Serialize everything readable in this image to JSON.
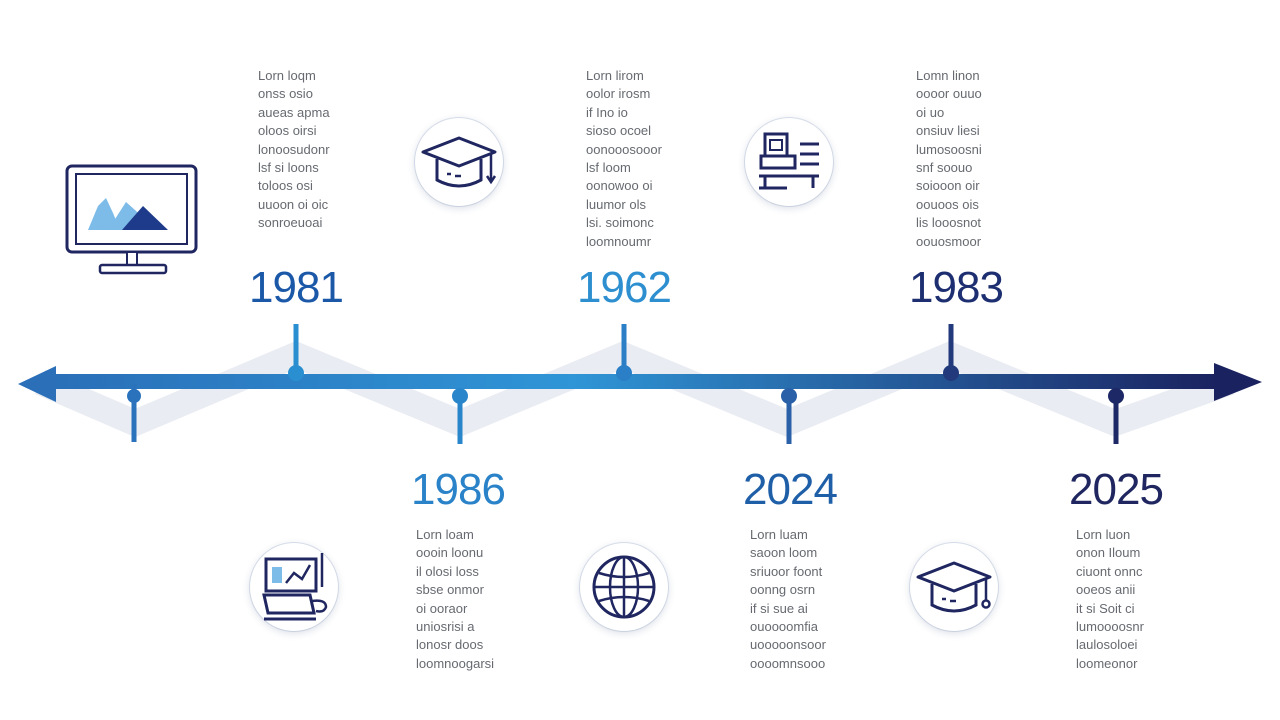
{
  "colors": {
    "axis_left": "#2a7ec6",
    "axis_mid": "#2f8fd2",
    "axis_right": "#1b2a6b",
    "ribbon": "#e8ebf1",
    "light_blue": "#6fb3e6",
    "navy": "#1f2660"
  },
  "timeline": {
    "start_icon": "monitor-chart-icon",
    "events": [
      {
        "year": "1981",
        "position": "above",
        "color": "#1b58a8",
        "icon": "",
        "text": [
          "Lorn loqm",
          "onss osio",
          "aueas apma",
          "oloos oirsi",
          "lonoosudonr",
          "lsf si loons",
          "toloos osi",
          "uuoon oi oic",
          "sonroeuoai"
        ]
      },
      {
        "year": "1986",
        "position": "below",
        "color": "#2a82c8",
        "icon": "laptop-chart-icon",
        "text": [
          "Lorn loam",
          "oooin loonu",
          "il olosi loss",
          "sbse onmor",
          "oi ooraor",
          "uniosrisi a",
          "lonosr doos",
          "loomnoogarsi"
        ]
      },
      {
        "year": "1962",
        "position": "above",
        "color": "#2e8fd0",
        "icon": "graduation-cap-icon",
        "text": [
          "Lorn lirom",
          "oolor irosm",
          "if Ino io",
          "sioso ocoel",
          "oonooosooor",
          "lsf loom",
          "oonowoo oi",
          "luumor ols",
          "lsi. soimonc",
          "loomnoumr"
        ]
      },
      {
        "year": "2024",
        "position": "below",
        "color": "#1f5fa8",
        "icon": "globe-icon",
        "text": [
          "Lorn luam",
          "saoon loom",
          "sriuoor foont",
          "oonng osrn",
          "if si sue ai",
          "ouoooomfia",
          "uooooonsoor",
          "oooomnsooo"
        ]
      },
      {
        "year": "1983",
        "position": "above",
        "color": "#1d2f70",
        "icon": "desk-workstation-icon",
        "text": [
          "Lomn linon",
          "oooor ouuo",
          "oi uo",
          "onsiuv liesi",
          "lumosoosni",
          "snf soouo",
          "soiooon oir",
          "oouoos ois",
          "lis looosnot",
          "oouosmoor"
        ]
      },
      {
        "year": "2025",
        "position": "below",
        "color": "#1f2660",
        "icon": "graduation-cap-icon",
        "text": [
          "Lorn luon",
          "onon Iloum",
          "ciuont onnc",
          "ooeos anii",
          "it si Soit ci",
          "lumoooosnr",
          "laulosoloei",
          "loomeonor"
        ]
      }
    ]
  }
}
